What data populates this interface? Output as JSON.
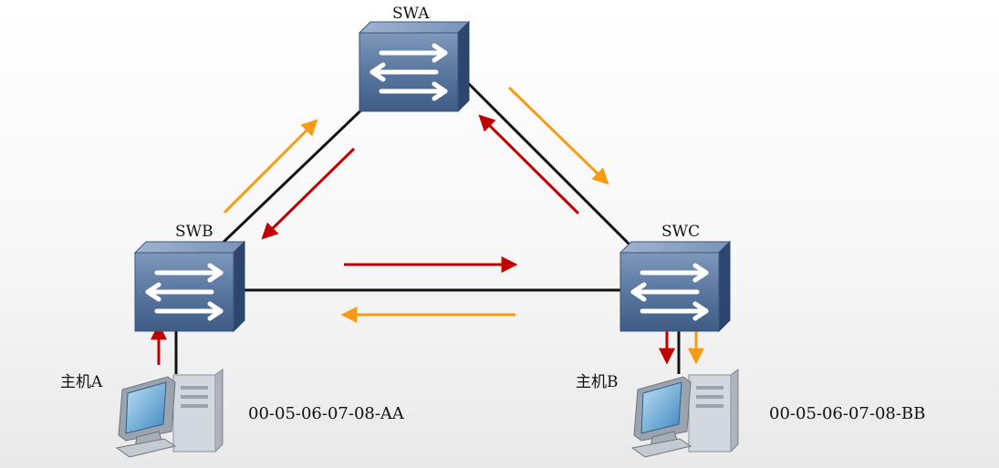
{
  "diagram": {
    "switches": [
      {
        "id": "swa",
        "label": "SWA"
      },
      {
        "id": "swb",
        "label": "SWB"
      },
      {
        "id": "swc",
        "label": "SWC"
      }
    ],
    "hosts": [
      {
        "id": "host-a",
        "label": "主机A",
        "mac": "00-05-06-07-08-AA"
      },
      {
        "id": "host-b",
        "label": "主机B",
        "mac": "00-05-06-07-08-BB"
      }
    ],
    "links": [
      {
        "from": "SWA",
        "to": "SWB"
      },
      {
        "from": "SWA",
        "to": "SWC"
      },
      {
        "from": "SWB",
        "to": "SWC"
      },
      {
        "from": "SWB",
        "to": "主机A"
      },
      {
        "from": "SWC",
        "to": "主机B"
      }
    ],
    "flows": [
      {
        "color": "#c00000",
        "name": "red",
        "path": [
          "主机A",
          "SWB",
          "SWC",
          "SWA",
          "SWB"
        ],
        "also": [
          "SWC",
          "主机B"
        ]
      },
      {
        "color": "#f59b14",
        "name": "orange",
        "path": [
          "SWB",
          "SWA",
          "SWC",
          "SWB"
        ],
        "also": [
          "SWC",
          "主机B"
        ]
      }
    ],
    "colors": {
      "switch_face": "#5d7aa0",
      "switch_dark": "#2e4a70",
      "link": "#111111",
      "arrow_red": "#c00000",
      "arrow_orange": "#f59b14"
    }
  }
}
